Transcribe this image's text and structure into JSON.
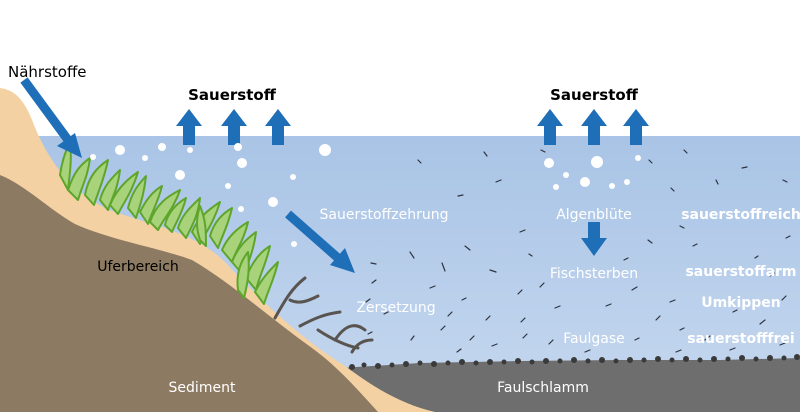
{
  "labels": {
    "naehrstoffe": "Nährstoffe",
    "sauerstoff_left": "Sauerstoff",
    "sauerstoff_right": "Sauerstoff",
    "sauerstoffzehrung": "Sauerstoffzehrung",
    "algenbluete": "Algenblüte",
    "sauerstoffreich": "sauerstoffreich",
    "uferbereich": "Uferbereich",
    "fischsterben": "Fischsterben",
    "sauerstoffarm": "sauerstoffarm",
    "zersetzung": "Zersetzung",
    "umkippen": "Umkippen",
    "faulgase": "Faulgase",
    "sauerstofffrei": "sauerstofffrei",
    "sediment": "Sediment",
    "faulschlamm": "Faulschlamm"
  },
  "colors": {
    "water_top": "#a9c4e6",
    "water_bottom": "#c6d8ef",
    "sand": "#f4d1a3",
    "soil": "#8d7a62",
    "sludge": "#6e6e6e",
    "arrow": "#1f6fb8",
    "plant_fill": "#a9d37a",
    "plant_stroke": "#5ea52c",
    "roots": "#5a5450"
  }
}
